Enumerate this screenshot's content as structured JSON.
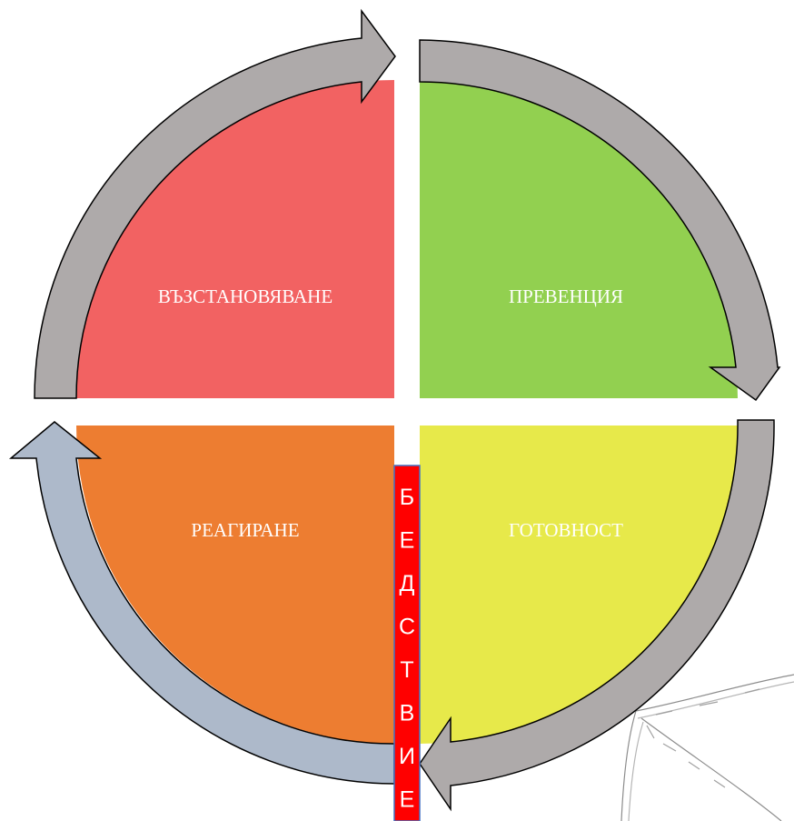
{
  "quadrants": {
    "top_left": {
      "label": "ВЪЗСТАНОВЯВАНЕ",
      "color": "#f26262"
    },
    "top_right": {
      "label": "ПРЕВЕНЦИЯ",
      "color": "#92d050"
    },
    "bottom_right": {
      "label": "ГОТОВНОСТ",
      "color": "#e7e94a"
    },
    "bottom_left": {
      "label": "РЕАГИРАНЕ",
      "color": "#ed7d31"
    }
  },
  "arrows": {
    "gray": "#aeaaaa",
    "blue_gray": "#adb9ca",
    "outline": "#000000"
  },
  "center_bar": {
    "color": "#ff0000",
    "border": "#4472c4",
    "letters": [
      "Б",
      "Е",
      "Д",
      "С",
      "Т",
      "В",
      "И",
      "Е"
    ]
  }
}
